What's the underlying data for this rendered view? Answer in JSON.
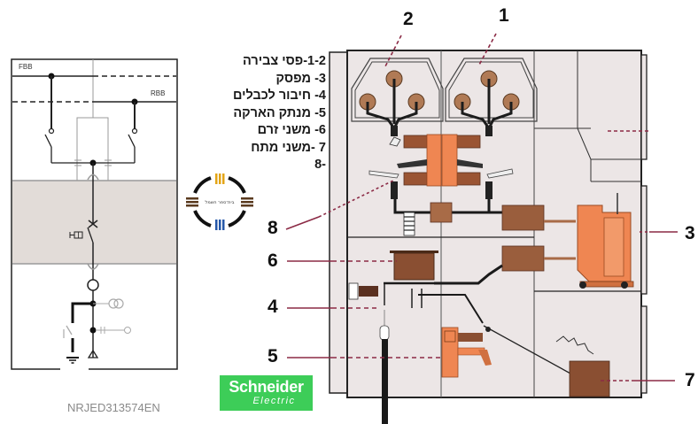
{
  "left_schematic": {
    "busbar_front_label": "FBB",
    "busbar_rear_label": "RBB",
    "document_code": "NRJED313574EN"
  },
  "legend": {
    "items": [
      {
        "number": "1-2",
        "text": "1-2-פסי צבירה"
      },
      {
        "number": "3",
        "text": "3- מפסק"
      },
      {
        "number": "4",
        "text": "4- חיבור לכבלים"
      },
      {
        "number": "5",
        "text": "5- מנתק הארקה"
      },
      {
        "number": "6",
        "text": "6- משני זרם"
      },
      {
        "number": "7",
        "text": "7 -משני מתח"
      },
      {
        "number": "8",
        "text": "-8"
      }
    ]
  },
  "badge": {
    "text": "בית־ספר חשמל",
    "colors": {
      "top": "#e3a416",
      "bottom": "#2457a8",
      "sides": "#5a3a1e"
    }
  },
  "callouts": {
    "c1": "1",
    "c2": "2",
    "c3": "3",
    "c4": "4",
    "c5": "5",
    "c6": "6",
    "c7": "7",
    "c8": "8"
  },
  "logo": {
    "line1": "Schneider",
    "line2": "Electric",
    "color": "#3dcd58"
  },
  "colors": {
    "cabinet_fill": "#ece6e6",
    "leader_line": "#8b2a45",
    "orange_part": "#ef8652",
    "brown_part": "#8a4f32"
  }
}
